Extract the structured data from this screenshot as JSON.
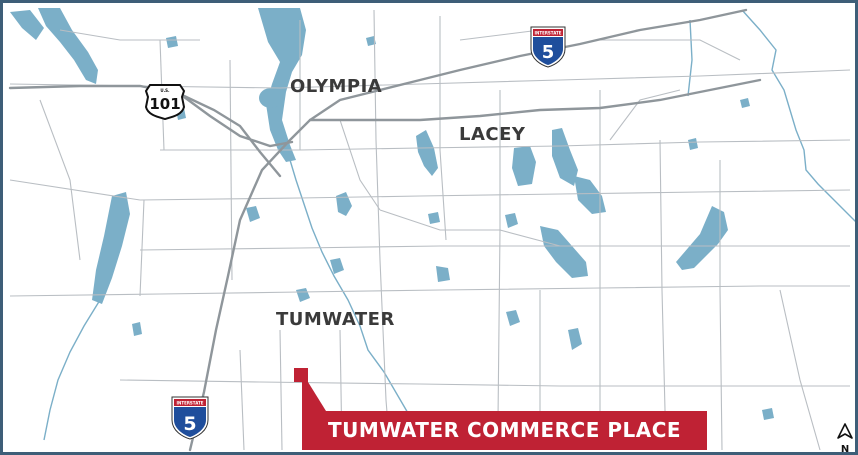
{
  "cities": {
    "olympia": "OLYMPIA",
    "lacey": "LACEY",
    "tumwater": "TUMWATER"
  },
  "shields": {
    "i5_top": {
      "label": "INTERSTATE",
      "number": "5"
    },
    "us101": {
      "label": "U.S.",
      "number": "101"
    },
    "i5_bottom": {
      "label": "INTERSTATE",
      "number": "5"
    }
  },
  "site": {
    "name": "TUMWATER COMMERCE PLACE"
  },
  "north_arrow": {
    "letter": "N"
  },
  "colors": {
    "water": "#7bafc8",
    "road": "#b9bec3",
    "highway": "#8f969b",
    "border": "#3e5e78",
    "accent": "#bf2234",
    "interstate_blue": "#1f4e9c"
  }
}
